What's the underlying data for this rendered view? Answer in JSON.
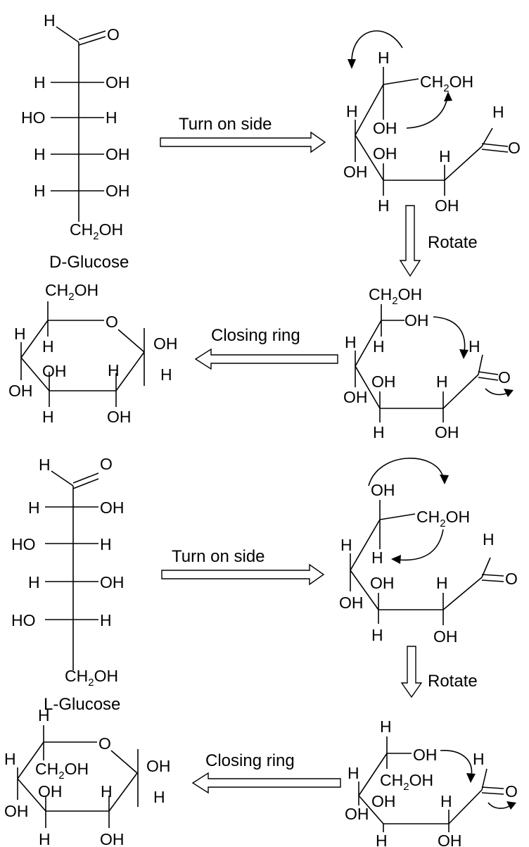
{
  "labels": {
    "d_glucose": "D-Glucose",
    "l_glucose": "L-Glucose",
    "turn_on_side": "Turn on side",
    "rotate": "Rotate",
    "closing_ring": "Closing ring"
  },
  "atoms": {
    "H": "H",
    "OH": "OH",
    "HO": "HO",
    "O": "O",
    "CH": "CH",
    "two": "2"
  }
}
